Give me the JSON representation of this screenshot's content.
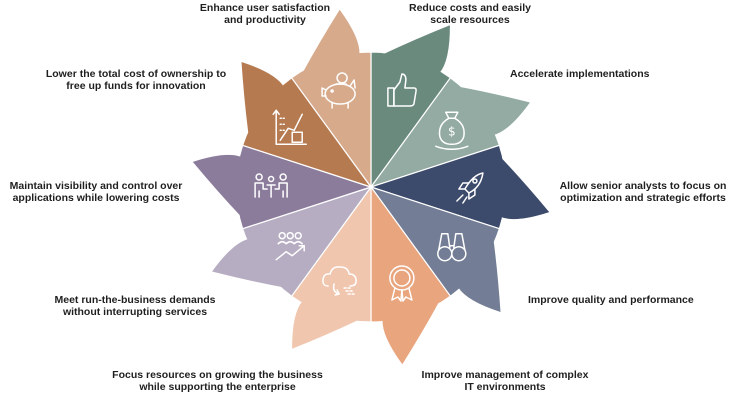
{
  "segments": [
    {
      "id": "satisfaction",
      "color": "#6a8a7e",
      "icon": "thumbs-up-icon",
      "lines": [
        "Enhance user satisfaction",
        "and productivity"
      ]
    },
    {
      "id": "reduce-costs",
      "color": "#93aba3",
      "icon": "money-bag-icon",
      "lines": [
        "Reduce costs and easily",
        "scale resources"
      ]
    },
    {
      "id": "accelerate",
      "color": "#3c4a6b",
      "icon": "rocket-icon",
      "lines": [
        "Accelerate implementations"
      ]
    },
    {
      "id": "analysts",
      "color": "#737e96",
      "icon": "binoculars-icon",
      "lines": [
        "Allow senior analysts to focus on",
        "optimization and strategic efforts"
      ]
    },
    {
      "id": "quality",
      "color": "#e9a57d",
      "icon": "award-ribbon-icon",
      "lines": [
        "Improve quality and performance"
      ]
    },
    {
      "id": "it-env",
      "color": "#f0c6ae",
      "icon": "cloud-sync-icon",
      "lines": [
        "Improve management of complex",
        "IT environments"
      ]
    },
    {
      "id": "growing",
      "color": "#b6adc2",
      "icon": "team-growth-icon",
      "lines": [
        "Focus resources on growing the business",
        "while supporting the enterprise"
      ]
    },
    {
      "id": "run-business",
      "color": "#8c7c9c",
      "icon": "meeting-icon",
      "lines": [
        "Meet run-the-business demands",
        "without interrupting services"
      ]
    },
    {
      "id": "visibility",
      "color": "#b57a50",
      "icon": "growth-chart-icon",
      "lines": [
        "Maintain visibility and control over",
        "applications while lowering costs"
      ]
    },
    {
      "id": "tco",
      "color": "#d7aa8c",
      "icon": "piggy-bank-icon",
      "lines": [
        "Lower the total cost of ownership to",
        "free up funds for innovation"
      ]
    }
  ]
}
